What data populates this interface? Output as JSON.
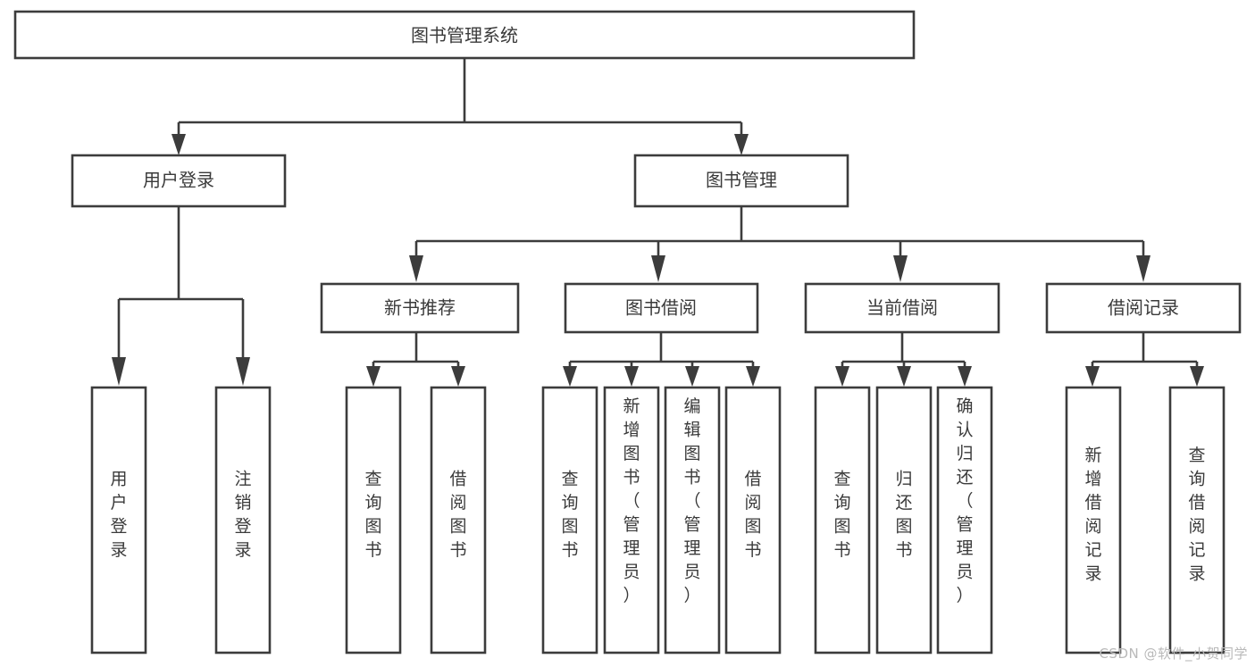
{
  "diagram": {
    "type": "tree-hierarchy",
    "title": "图书管理系统",
    "watermark": "CSDN @软件_小贺同学",
    "colors": {
      "box_stroke": "#3c3c3c",
      "box_fill": "#ffffff",
      "text": "#3a3a3a",
      "connector": "#3c3c3c",
      "watermark": "#b9b9b9",
      "background": "#ffffff"
    },
    "levels": [
      {
        "level": 0,
        "nodes": [
          {
            "id": "root",
            "label": "图书管理系统",
            "orientation": "horizontal"
          }
        ]
      },
      {
        "level": 1,
        "nodes": [
          {
            "id": "user-login",
            "label": "用户登录",
            "orientation": "horizontal",
            "parent": "root"
          },
          {
            "id": "book-manage",
            "label": "图书管理",
            "orientation": "horizontal",
            "parent": "root"
          }
        ]
      },
      {
        "level": 2,
        "nodes": [
          {
            "id": "new-book-rec",
            "label": "新书推荐",
            "orientation": "horizontal",
            "parent": "book-manage"
          },
          {
            "id": "book-borrow",
            "label": "图书借阅",
            "orientation": "horizontal",
            "parent": "book-manage"
          },
          {
            "id": "current-borrow",
            "label": "当前借阅",
            "orientation": "horizontal",
            "parent": "book-manage"
          },
          {
            "id": "borrow-record",
            "label": "借阅记录",
            "orientation": "horizontal",
            "parent": "book-manage"
          }
        ]
      },
      {
        "level": 3,
        "nodes": [
          {
            "id": "leaf-user-login",
            "label": "用户登录",
            "orientation": "vertical",
            "parent": "user-login",
            "align": "middle"
          },
          {
            "id": "leaf-logout",
            "label": "注销登录",
            "orientation": "vertical",
            "parent": "user-login",
            "align": "middle"
          },
          {
            "id": "leaf-query-book-1",
            "label": "查询图书",
            "orientation": "vertical",
            "parent": "new-book-rec",
            "align": "middle"
          },
          {
            "id": "leaf-borrow-book-1",
            "label": "借阅图书",
            "orientation": "vertical",
            "parent": "new-book-rec",
            "align": "middle"
          },
          {
            "id": "leaf-query-book-2",
            "label": "查询图书",
            "orientation": "vertical",
            "parent": "book-borrow",
            "align": "middle"
          },
          {
            "id": "leaf-add-book",
            "label": "新增图书（管理员）",
            "orientation": "vertical",
            "parent": "book-borrow",
            "align": "top"
          },
          {
            "id": "leaf-edit-book",
            "label": "编辑图书（管理员）",
            "orientation": "vertical",
            "parent": "book-borrow",
            "align": "top"
          },
          {
            "id": "leaf-borrow-book-2",
            "label": "借阅图书",
            "orientation": "vertical",
            "parent": "book-borrow",
            "align": "middle"
          },
          {
            "id": "leaf-query-book-3",
            "label": "查询图书",
            "orientation": "vertical",
            "parent": "current-borrow",
            "align": "middle"
          },
          {
            "id": "leaf-return-book",
            "label": "归还图书",
            "orientation": "vertical",
            "parent": "current-borrow",
            "align": "middle"
          },
          {
            "id": "leaf-confirm-return",
            "label": "确认归还（管理员）",
            "orientation": "vertical",
            "parent": "current-borrow",
            "align": "top"
          },
          {
            "id": "leaf-add-record",
            "label": "新增借阅记录",
            "orientation": "vertical",
            "parent": "borrow-record",
            "align": "middle"
          },
          {
            "id": "leaf-query-record",
            "label": "查询借阅记录",
            "orientation": "vertical",
            "parent": "borrow-record",
            "align": "middle"
          }
        ]
      }
    ]
  }
}
